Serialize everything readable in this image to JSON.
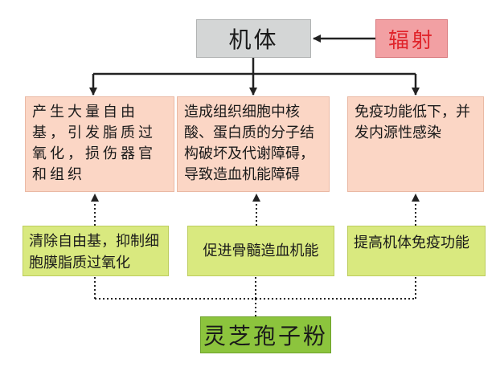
{
  "top": {
    "label": "机体"
  },
  "source": {
    "label": "辐射"
  },
  "effects": [
    {
      "text": "产生大量自由基，引发脂质过氧化，损伤器官和组织"
    },
    {
      "text": "造成组织细胞中核酸、蛋白质的分子结构破坏及代谢障碍，导致造血机能障碍"
    },
    {
      "text": "免疫功能低下，并发内源性感染"
    }
  ],
  "remedies": [
    {
      "text": "清除自由基，抑制细胞膜脂质过氧化"
    },
    {
      "text": "促进骨髓造血机能"
    },
    {
      "text": "提高机体免疫功能"
    }
  ],
  "bottom": {
    "label": "灵芝孢子粉"
  },
  "colors": {
    "top": "#d4d6d6",
    "source": "#f2a0a3",
    "source_text": "#e0232a",
    "effect": "#fbd6c5",
    "remedy": "#d9e97f",
    "bottom": "#8cc43d"
  }
}
